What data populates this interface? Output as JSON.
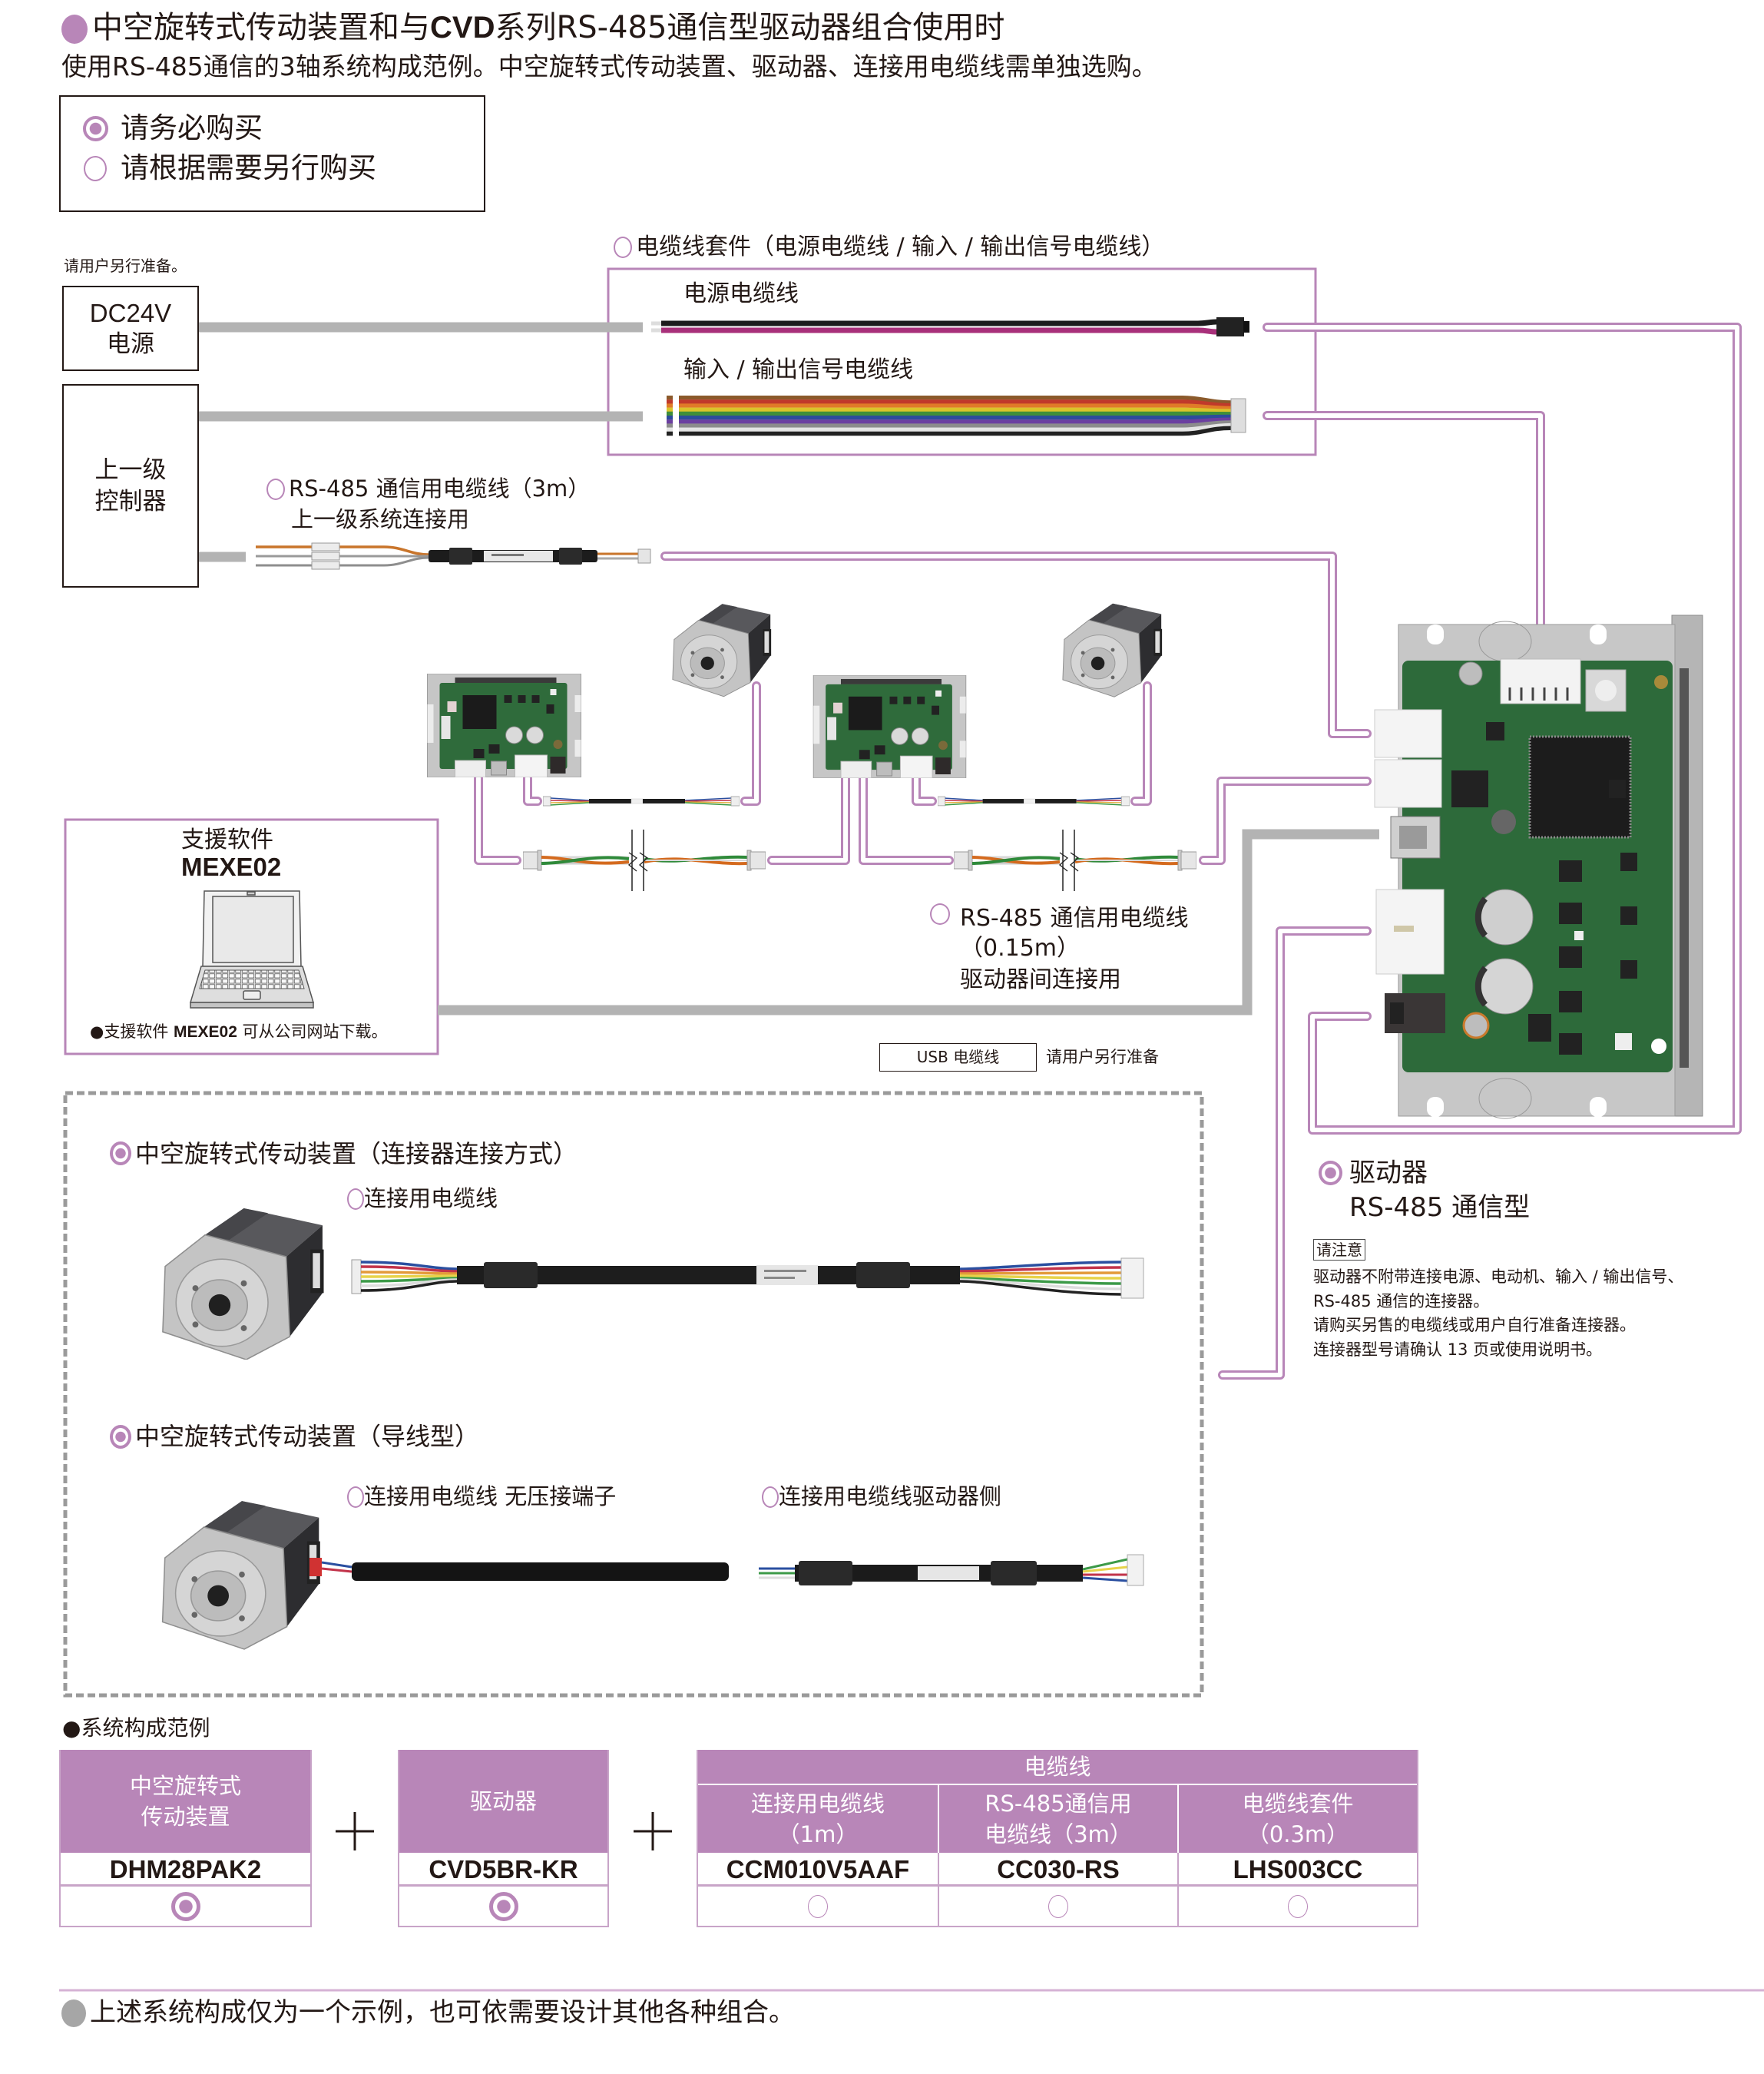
{
  "colors": {
    "accent": "#b886b8",
    "accent_light": "#c8a4c8",
    "cable_gray": "#b3b3b3",
    "text": "#231815",
    "footer_bullet": "#a6a6a6",
    "footer_rule": "#d6b2d5"
  },
  "header": {
    "title_pre": "中空旋转式传动装置和与",
    "title_bold": "CVD",
    "title_post": "系列RS-485通信型驱动器组合使用时",
    "subtitle": "使用RS-485通信的3轴系统构成范例。中空旋转式传动装置、驱动器、连接用电缆线需单独选购。"
  },
  "legend": {
    "items": [
      {
        "icon": "radio-filled-icon",
        "mark": "required",
        "label": "请务必购买"
      },
      {
        "icon": "radio-empty-icon",
        "mark": "optional",
        "label": "请根据需要另行购买"
      }
    ]
  },
  "user_supplied_note": "请用户另行准备。",
  "power_supply": {
    "line1": "DC24V",
    "line2": "电源"
  },
  "host_controller": {
    "line1": "上一级",
    "line2": "控制器"
  },
  "cable_kit": {
    "mark": "optional",
    "title": "电缆线套件（电源电缆线 / 输入 / 输出信号电缆线）",
    "power_cable_label": "电源电缆线",
    "io_cable_label": "输入 / 输出信号电缆线"
  },
  "rs485_cable_3m": {
    "mark": "optional",
    "line1": "RS-485 通信用电缆线（3m）",
    "line2": "上一级系统连接用"
  },
  "rs485_cable_015m": {
    "mark": "optional",
    "line1": "RS-485 通信用电缆线",
    "line2": "（0.15m）",
    "line3": "驱动器间连接用"
  },
  "support_software": {
    "title": "支援软件",
    "name": "MEXE02",
    "note_pre": "●支援软件 ",
    "note_bold": "MEXE02",
    "note_post": " 可从公司网站下载。"
  },
  "usb_cable": {
    "label": "USB 电缆线",
    "note": "请用户另行准备"
  },
  "driver": {
    "mark": "required",
    "title": "驱动器",
    "subtitle": "RS-485 通信型",
    "caution_label": "请注意",
    "caution_lines": [
      "驱动器不附带连接电源、电动机、输入 / 输出信号、",
      "RS-485 通信的连接器。",
      "请购买另售的电缆线或用户自行准备连接器。",
      "连接器型号请确认 13 页或使用说明书。"
    ]
  },
  "actuator_options": {
    "connector_type": {
      "mark": "required",
      "title": "中空旋转式传动装置（连接器连接方式）",
      "cable_mark": "optional",
      "cable_label": "连接用电缆线"
    },
    "lead_wire_type": {
      "mark": "required",
      "title": "中空旋转式传动装置（导线型）",
      "cable_marks": [
        "optional",
        "optional"
      ],
      "cable_labels": [
        "连接用电缆线 无压接端子",
        "连接用电缆线驱动器侧"
      ]
    }
  },
  "system_example": {
    "bullet": "●",
    "title": "系统构成范例",
    "plus": "+",
    "actuator": {
      "header": [
        "中空旋转式",
        "传动装置"
      ],
      "model": "DHM28PAK2",
      "mark": "required"
    },
    "driver": {
      "header": [
        "驱动器"
      ],
      "model": "CVD5BR-KR",
      "mark": "required"
    },
    "cables": {
      "group_header": "电缆线",
      "columns": [
        {
          "header": [
            "连接用电缆线",
            "（1m）"
          ],
          "model": "CCM010V5AAF",
          "mark": "optional"
        },
        {
          "header": [
            "RS-485通信用",
            "电缆线（3m）"
          ],
          "model": "CC030-RS",
          "mark": "optional"
        },
        {
          "header": [
            "电缆线套件",
            "（0.3m）"
          ],
          "model": "LHS003CC",
          "mark": "optional"
        }
      ]
    }
  },
  "footer": {
    "text": "上述系统构成仅为一个示例，也可依需要设计其他各种组合。"
  }
}
